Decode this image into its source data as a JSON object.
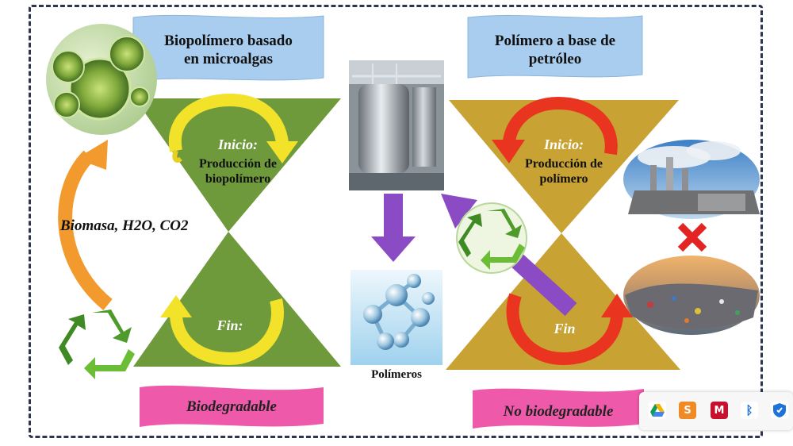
{
  "left": {
    "banner": [
      "Biopolímero basado",
      "en microalgas"
    ],
    "start_title": "Inicio:",
    "start_sub": [
      "Producción de",
      "biopolímero"
    ],
    "end_title": "Fin:",
    "input_label": "Biomasa, H2O, CO2",
    "outcome": "Biodegradable"
  },
  "right": {
    "banner": [
      "Polímero a base de",
      "petróleo"
    ],
    "start_title": "Inicio:",
    "start_sub": [
      "Producción de",
      "polímero"
    ],
    "end_title": "Fin",
    "outcome": "No biodegradable"
  },
  "center": {
    "polymers_label": "Polímeros"
  },
  "colors": {
    "green": "#6f9a3c",
    "gold": "#c9a234",
    "blue_banner": "#a9cdef",
    "pink_banner": "#ee5aa9",
    "yellow_arrow": "#f2e22a",
    "red_arrow": "#e9341f",
    "purple_arrow": "#8a4bc4",
    "orange_arrow": "#f29a2e"
  },
  "tray_icons": [
    "google-drive-icon",
    "sublime-icon",
    "mcafee-icon",
    "bluetooth-icon",
    "security-shield-icon"
  ]
}
